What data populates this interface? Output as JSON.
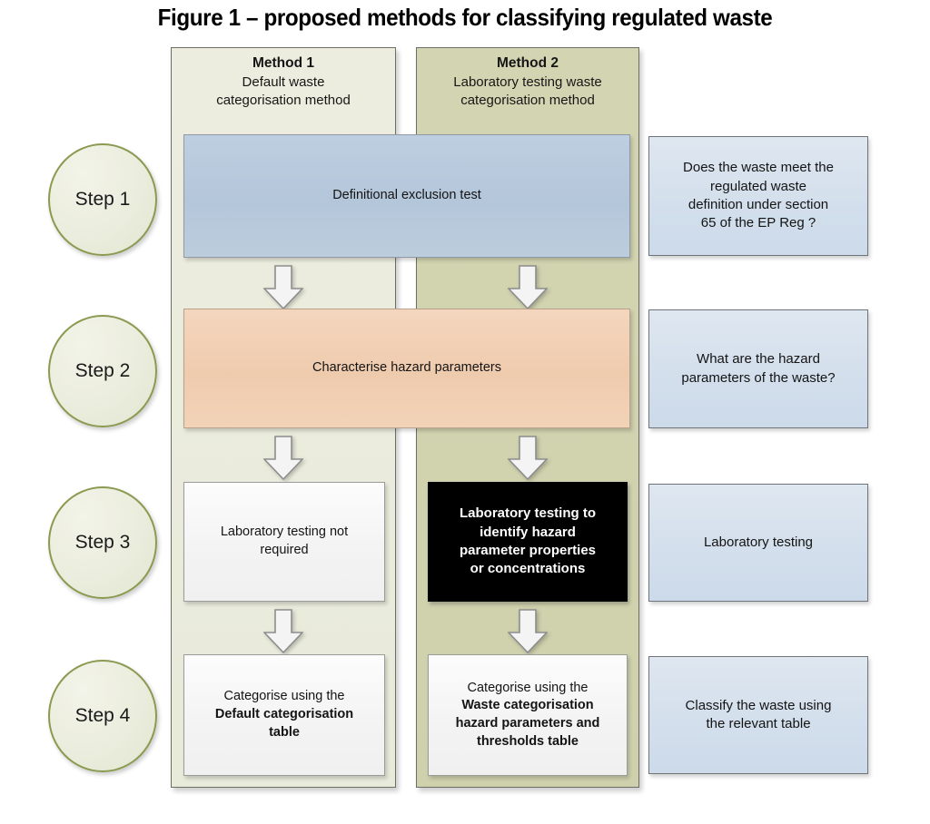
{
  "figure": {
    "title": "Figure 1 – proposed methods for classifying regulated waste"
  },
  "colors": {
    "method1_panel": "#eaecdc",
    "method2_panel": "#d1d3af",
    "circle_fill": "#eaecdc",
    "circle_border": "#8a9a50",
    "step1_box": "#b4c6da",
    "step2_box": "#efcbae",
    "step3_method2_box": "#000000",
    "side_box": "#d3dfec",
    "arrow_fill": "#f2f2f2"
  },
  "steps": [
    {
      "label": "Step 1"
    },
    {
      "label": "Step 2"
    },
    {
      "label": "Step 3"
    },
    {
      "label": "Step 4"
    }
  ],
  "methods": [
    {
      "id": "method-1",
      "title": "Method 1",
      "subtitle_line1": "Default waste",
      "subtitle_line2": "categorisation method"
    },
    {
      "id": "method-2",
      "title": "Method 2",
      "subtitle_line1": "Laboratory testing waste",
      "subtitle_line2": "categorisation method"
    }
  ],
  "step1": {
    "shared_box": "Definitional exclusion test",
    "side_box_lines": [
      "Does the waste meet the",
      "regulated waste",
      "definition under section",
      "65 of the EP Reg ?"
    ]
  },
  "step2": {
    "shared_box": "Characterise hazard parameters",
    "side_box_lines": [
      "What are the hazard",
      "parameters of the waste?"
    ]
  },
  "step3": {
    "method1_box_lines": [
      "Laboratory testing not",
      "required"
    ],
    "method2_box_lines": [
      "Laboratory testing to",
      "identify hazard",
      "parameter properties",
      "or concentrations"
    ],
    "side_box_lines": [
      "Laboratory testing"
    ]
  },
  "step4": {
    "method1_box": {
      "normal_line": "Categorise using the",
      "bold_line1": "Default categorisation",
      "bold_line2": "table"
    },
    "method2_box": {
      "normal_line": "Categorise using the",
      "bold_line1": "Waste categorisation",
      "bold_line2": "hazard parameters and",
      "bold_line3": "thresholds table"
    },
    "side_box_lines": [
      "Classify the waste using",
      "the relevant table"
    ]
  },
  "icons": {
    "arrow": "arrow-down-icon"
  }
}
